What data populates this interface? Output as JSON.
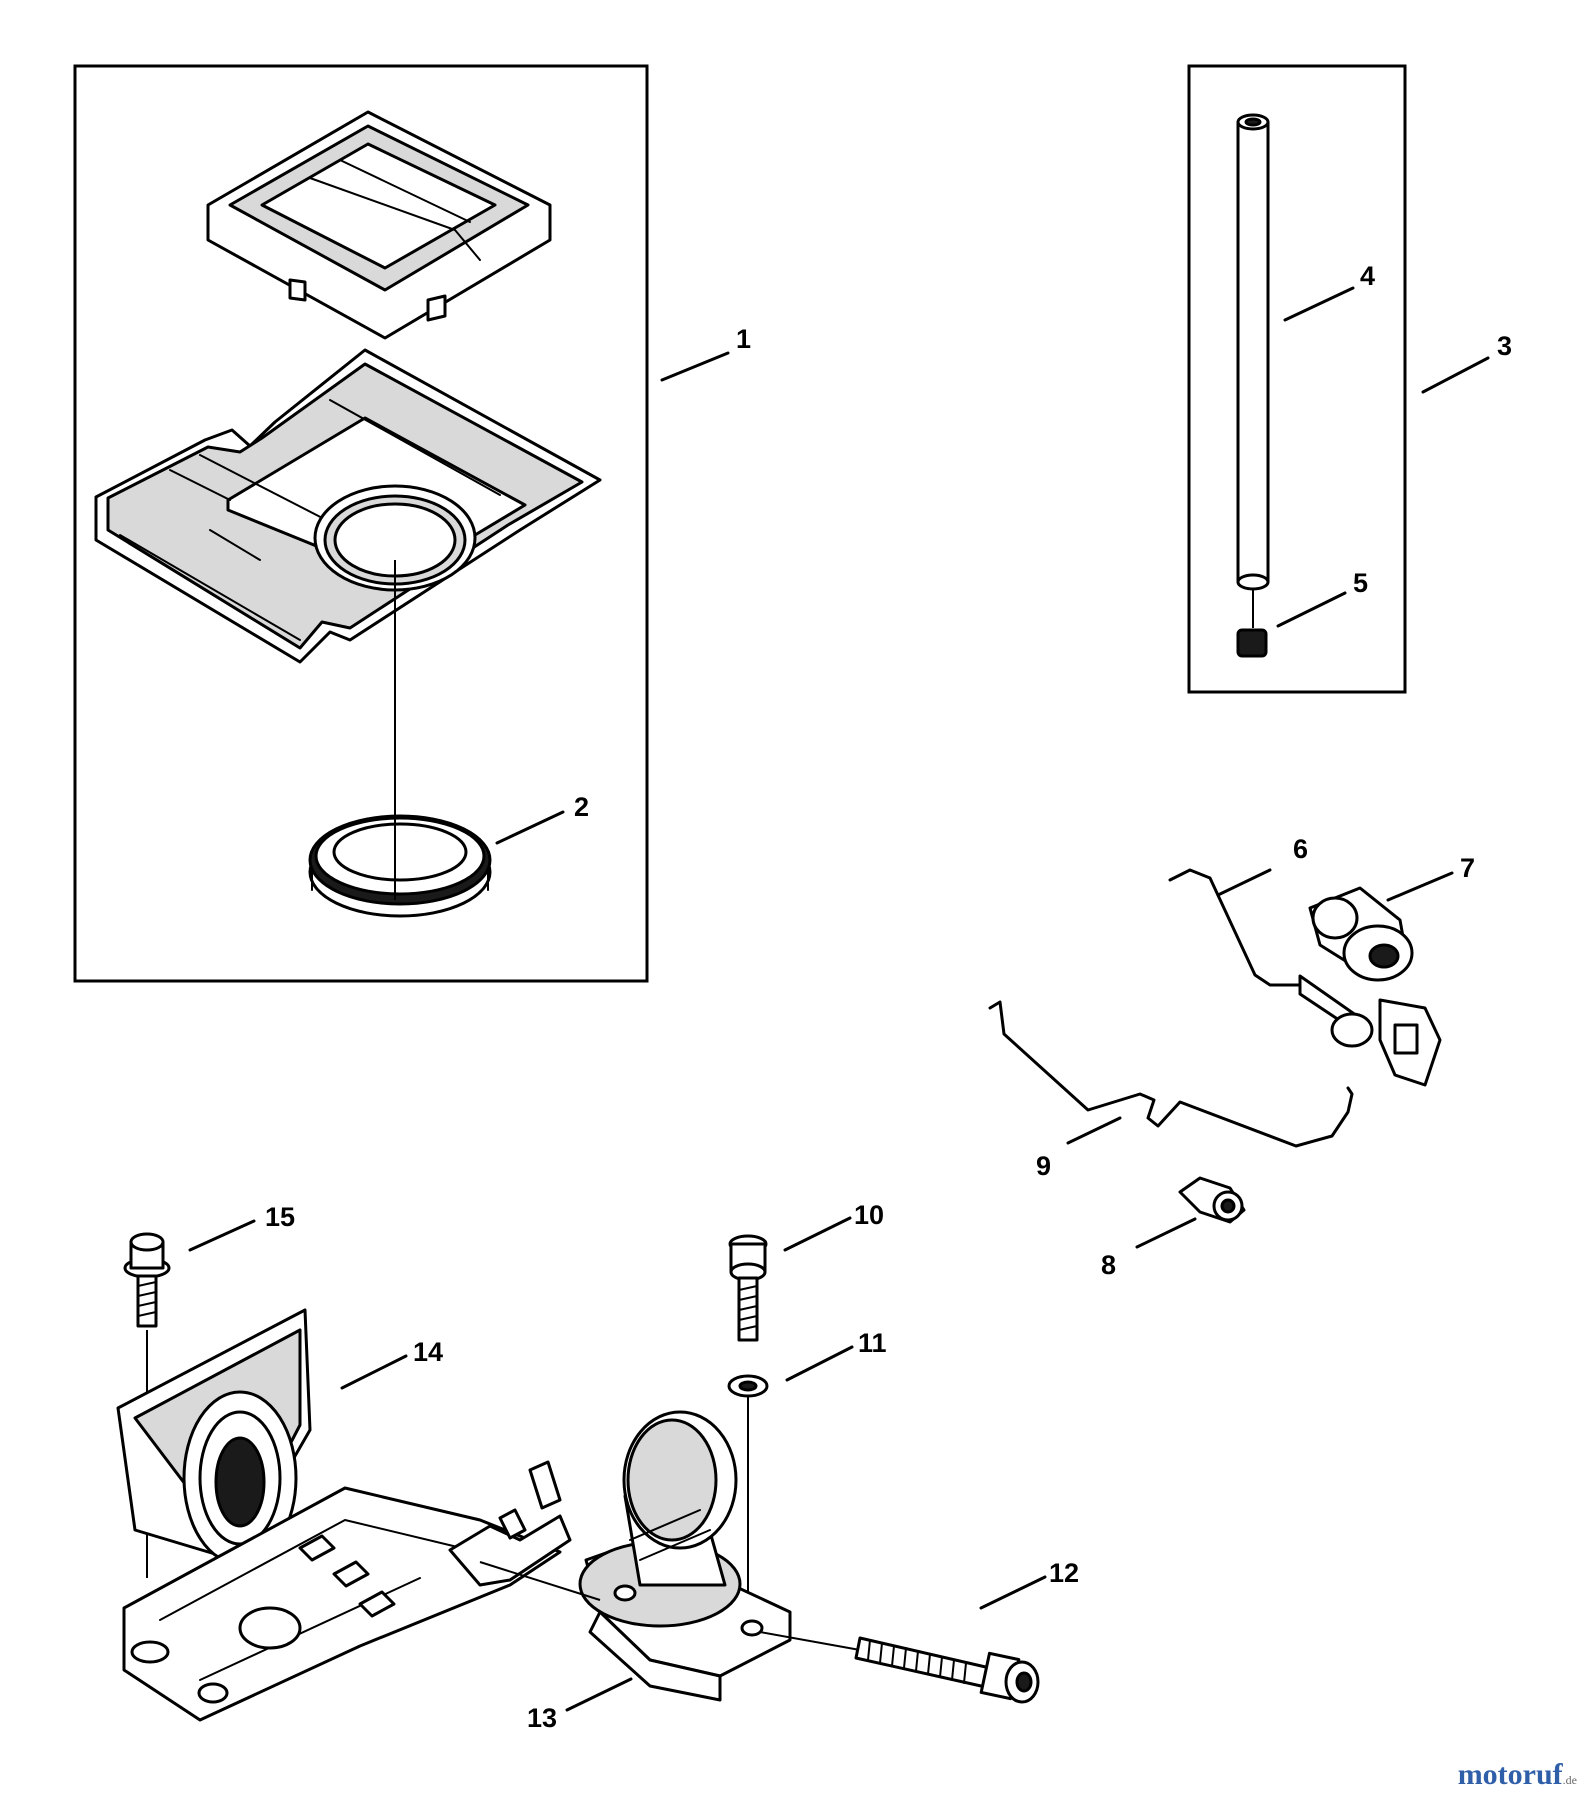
{
  "callouts": [
    {
      "id": "1",
      "text": "1"
    },
    {
      "id": "2",
      "text": "2"
    },
    {
      "id": "3",
      "text": "3"
    },
    {
      "id": "4",
      "text": "4"
    },
    {
      "id": "5",
      "text": "5"
    },
    {
      "id": "6",
      "text": "6"
    },
    {
      "id": "7",
      "text": "7"
    },
    {
      "id": "8",
      "text": "8"
    },
    {
      "id": "9",
      "text": "9"
    },
    {
      "id": "10",
      "text": "10"
    },
    {
      "id": "11",
      "text": "11"
    },
    {
      "id": "12",
      "text": "12"
    },
    {
      "id": "13",
      "text": "13"
    },
    {
      "id": "14",
      "text": "14"
    },
    {
      "id": "15",
      "text": "15"
    }
  ],
  "watermark": {
    "text": "motoruf",
    "suffix": ".de",
    "color": "#2f5fa8"
  }
}
